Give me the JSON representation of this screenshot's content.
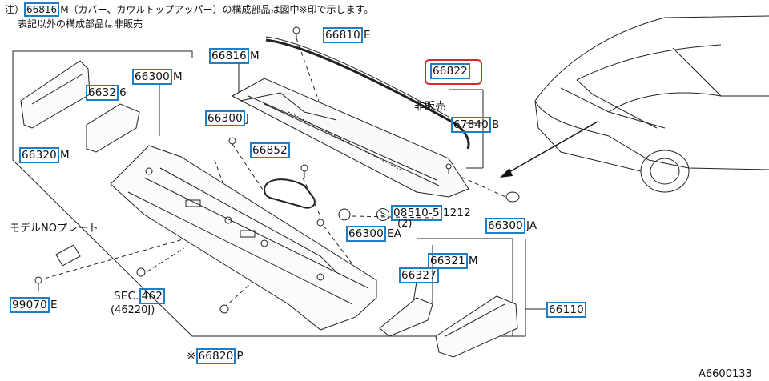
{
  "notes": {
    "line1_prefix": "注）",
    "line1_boxed": "66816",
    "line1_rest": "M（カバー、カウルトップアッパー）の構成部品は図中※印で示します。",
    "line2": "表記以外の構成部品は非販売"
  },
  "parts": [
    {
      "id": "66810E",
      "box": "66810",
      "suffix": "E"
    },
    {
      "id": "66816M",
      "box": "66816",
      "suffix": "M"
    },
    {
      "id": "66300M",
      "box": "66300",
      "suffix": "M"
    },
    {
      "id": "66326",
      "box": "6632",
      "suffix": "6"
    },
    {
      "id": "66320M",
      "box": "66320",
      "suffix": "M"
    },
    {
      "id": "66300J",
      "box": "66300",
      "suffix": "J"
    },
    {
      "id": "66852",
      "box": "66852",
      "suffix": ""
    },
    {
      "id": "66822",
      "box": "66822",
      "suffix": ""
    },
    {
      "id": "67840B",
      "box": "67840",
      "suffix": "B"
    },
    {
      "id": "08510-51212",
      "box": "08510-5",
      "suffix": "1212"
    },
    {
      "id": "66300EA",
      "box": "66300",
      "suffix": "EA"
    },
    {
      "id": "66300JA",
      "box": "66300",
      "suffix": "JA"
    },
    {
      "id": "66321M",
      "box": "66321",
      "suffix": "M"
    },
    {
      "id": "66327",
      "box": "66327",
      "suffix": ""
    },
    {
      "id": "66110",
      "box": "66110",
      "suffix": ""
    },
    {
      "id": "99070E",
      "box": "99070",
      "suffix": "E"
    },
    {
      "id": "462",
      "prefix": "SEC.",
      "box": "462",
      "suffix": ""
    },
    {
      "id": "66820P",
      "prefix": "※",
      "box": "66820",
      "suffix": "P"
    }
  ],
  "texts": {
    "not_sold": "非販売",
    "qty": "(2)",
    "screw_symbol": "S",
    "model_plate": "モデルNOプレート",
    "sec_sub": "(46220J)",
    "diagram_id": "A6600133"
  }
}
